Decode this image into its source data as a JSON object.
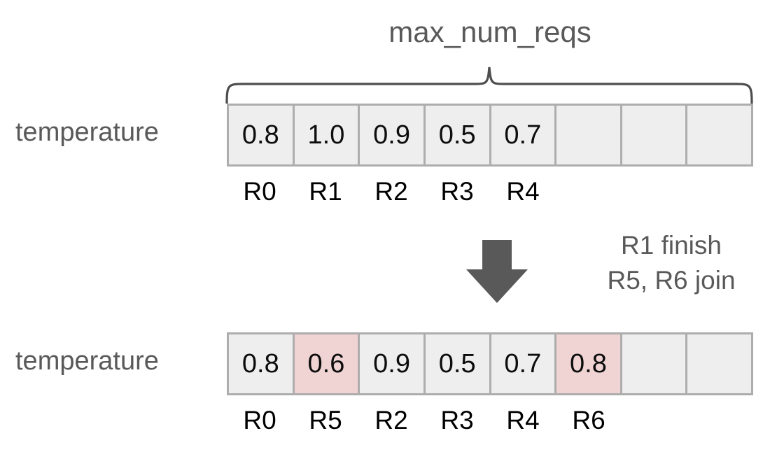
{
  "diagram": {
    "title": "max_num_reqs",
    "brace_label": "max_num_reqs",
    "arrow_icon": "down-arrow-icon",
    "transition_note": {
      "line1": "R1 finish",
      "line2": "R5, R6 join"
    },
    "colors": {
      "cell_fill": "#eeeeee",
      "cell_border": "#adadad",
      "highlight_fill": "#f0d3d3",
      "text_grey": "#595959",
      "text_black": "#000000",
      "arrow_fill": "#595959",
      "brace_stroke": "#4d4d4d",
      "background": "#ffffff"
    },
    "rows": [
      {
        "label": "temperature",
        "cells": [
          {
            "value": "0.8",
            "id": "R0",
            "highlight": false,
            "empty": false
          },
          {
            "value": "1.0",
            "id": "R1",
            "highlight": false,
            "empty": false
          },
          {
            "value": "0.9",
            "id": "R2",
            "highlight": false,
            "empty": false
          },
          {
            "value": "0.5",
            "id": "R3",
            "highlight": false,
            "empty": false
          },
          {
            "value": "0.7",
            "id": "R4",
            "highlight": false,
            "empty": false
          },
          {
            "value": "",
            "id": "",
            "highlight": false,
            "empty": true
          },
          {
            "value": "",
            "id": "",
            "highlight": false,
            "empty": true
          },
          {
            "value": "",
            "id": "",
            "highlight": false,
            "empty": true
          }
        ]
      },
      {
        "label": "temperature",
        "cells": [
          {
            "value": "0.8",
            "id": "R0",
            "highlight": false,
            "empty": false
          },
          {
            "value": "0.6",
            "id": "R5",
            "highlight": true,
            "empty": false
          },
          {
            "value": "0.9",
            "id": "R2",
            "highlight": false,
            "empty": false
          },
          {
            "value": "0.5",
            "id": "R3",
            "highlight": false,
            "empty": false
          },
          {
            "value": "0.7",
            "id": "R4",
            "highlight": false,
            "empty": false
          },
          {
            "value": "0.8",
            "id": "R6",
            "highlight": true,
            "empty": false
          },
          {
            "value": "",
            "id": "",
            "highlight": false,
            "empty": true
          },
          {
            "value": "",
            "id": "",
            "highlight": false,
            "empty": true
          }
        ]
      }
    ]
  }
}
